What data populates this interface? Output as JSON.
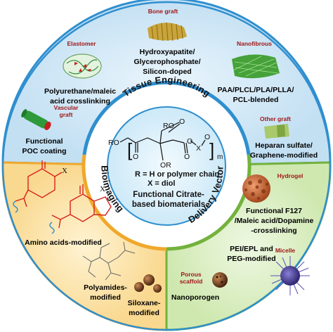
{
  "center": {
    "title": "Tissue Engineering",
    "formula": {
      "ro_left": "RO",
      "ro_top": "RO",
      "or_bottom": "OR",
      "o_a": "O",
      "o_b": "O",
      "o_c": "O",
      "o_chain": "O",
      "x_sym": "X",
      "o_end": "O",
      "bracket_left": "[",
      "bracket_right": "]",
      "subscript": "m"
    },
    "legend_line1": "R = H or polymer chain",
    "legend_line2": "X = diol",
    "caption_line1": "Functional Citrate-",
    "caption_line2": "based biomaterials"
  },
  "ring_labels": {
    "bioimaging": "Bioimaging",
    "delivery": "Delivery Vector"
  },
  "tissue": {
    "bone_graft": {
      "tag": "Bone graft",
      "lines": [
        "Hydroxyapatite/",
        "Glycerophosphate/",
        "Silicon-doped"
      ]
    },
    "elastomer": {
      "tag": "Elastomer",
      "lines": [
        "Polyurethane/maleic",
        "acid crosslinking"
      ]
    },
    "nanofibrous": {
      "tag": "Nanofibrous",
      "lines": [
        "PAA/PLCL/PLA/PLLA/",
        "PCL-blended"
      ]
    },
    "vascular": {
      "tag_line1": "Vascular",
      "tag_line2": "graft",
      "lines": [
        "Functional",
        "POC coating"
      ]
    },
    "other": {
      "tag": "Other graft",
      "lines": [
        "Heparan sulfate/",
        "Graphene-modified"
      ]
    }
  },
  "bio": {
    "x_left": "X",
    "x_right": "X",
    "amino": "Amino acids-modified",
    "polyamides": [
      "Polyamides-",
      "modified"
    ],
    "siloxane": [
      "Siloxane-",
      "modified"
    ]
  },
  "delivery": {
    "hydrogel": {
      "tag": "Hydrogel",
      "lines": [
        "Functional F127",
        "/Maleic acid/Dopamine",
        "-crosslinking"
      ]
    },
    "micelle": {
      "tag": "Micelle",
      "lines": [
        "PEI/EPL and",
        "PEG-modified"
      ]
    },
    "porous": {
      "tag_line1": "Porous",
      "tag_line2": "scaffold",
      "label": "Nanoporogen"
    }
  },
  "colors": {
    "tissue_sector": "#cfe6f5",
    "bio_sector": "#fbe3ae",
    "delivery_sector": "#dcefc2",
    "ring_blue": "#2f8fcf",
    "ring_orange": "#f0a82c",
    "ring_green": "#73b23d",
    "tag_red": "#a01818",
    "molecule_red": "#d7211a"
  }
}
